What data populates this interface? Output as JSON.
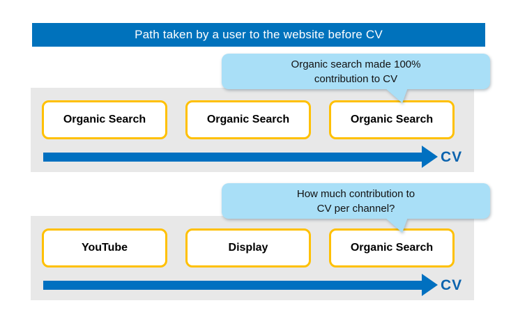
{
  "header": {
    "title": "Path taken by a user to the website before CV"
  },
  "colors": {
    "header_blue": "#0072BC",
    "arrow_blue": "#0070C0",
    "cv_text_blue": "#0B63AE",
    "bubble_light_blue": "#A9DFF7",
    "panel_gray": "#E8E8E8",
    "box_border_gold": "#FFC000"
  },
  "sections": [
    {
      "bubble": {
        "lines": [
          "Organic search made 100%",
          "contribution to CV"
        ]
      },
      "channels": [
        "Organic Search",
        "Organic Search",
        "Organic Search"
      ],
      "arrow_label": "CV"
    },
    {
      "bubble": {
        "lines": [
          "How much contribution to",
          "CV per channel?"
        ]
      },
      "channels": [
        "YouTube",
        "Display",
        "Organic Search"
      ],
      "arrow_label": "CV"
    }
  ]
}
